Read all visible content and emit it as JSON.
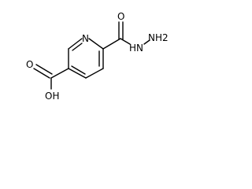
{
  "molecule": {
    "atoms": {
      "ring_nitrogen": "N",
      "hydrazide_nh": "HN",
      "hydrazide_nh2": "NH2",
      "carbonyl_oxygen_amide": "O",
      "carbonyl_oxygen_acid": "O",
      "hydroxyl": "OH"
    }
  }
}
